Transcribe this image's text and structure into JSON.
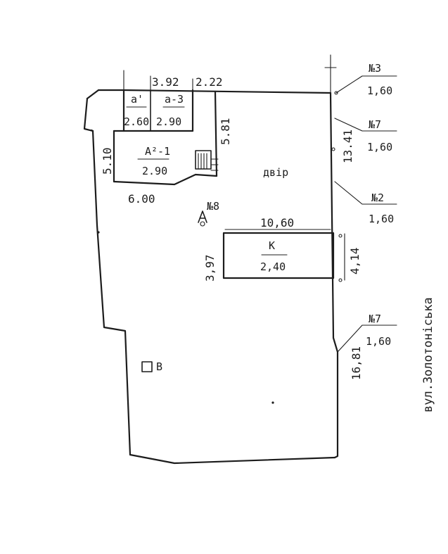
{
  "plan": {
    "street_name": "вул.Золотоніська",
    "yard_label": "двір",
    "dimensions": {
      "top_left": "3.92",
      "top_right": "2.22",
      "left_vertical": "5.10",
      "bottom_annex": "6.00",
      "annex_right": "5.81",
      "right_upper": "13.41",
      "k_top": "10,60",
      "k_left": "3,97",
      "k_right": "4,14",
      "right_lower": "16,81"
    },
    "rooms": {
      "a1_name": "а'",
      "a1_height": "2.60",
      "a3_name": "а-3",
      "a3_height": "2.90",
      "a21_name": "А²-1",
      "a21_height": "2.90",
      "k_name": "К",
      "k_height": "2,40",
      "b_name": "В",
      "n8_name": "№8"
    },
    "callouts": [
      {
        "number": "№3",
        "value": "1,60"
      },
      {
        "number": "№7",
        "value": "1,60"
      },
      {
        "number": "№2",
        "value": "1,60"
      },
      {
        "number": "№7",
        "value": "1,60"
      }
    ]
  }
}
